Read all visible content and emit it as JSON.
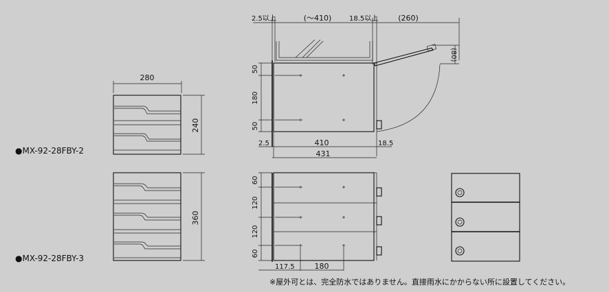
{
  "models": {
    "two": {
      "name": "●MX-92-28FBY-2"
    },
    "three": {
      "name": "●MX-92-28FBY-3"
    }
  },
  "front_view": {
    "width_label": "280",
    "height_2_label": "240",
    "height_3_label": "360"
  },
  "side_view": {
    "top_left_label": "2.5以上",
    "top_mid_label": "(～410)",
    "top_right_label": "18.5以上",
    "swing_width_label": "(260)",
    "swing_height_label": "(80)",
    "v1": "50",
    "v2": "180",
    "v3": "50",
    "b_left": "2.5",
    "b_mid": "410",
    "b_right": "18.5",
    "b_total": "431"
  },
  "lower_side_view": {
    "v1": "60",
    "v2": "120",
    "v3": "120",
    "v4": "60",
    "b_left": "117.5",
    "b_mid": "180"
  },
  "note": "※屋外可とは、完全防水ではありません。直接雨水にかからない所に設置してください。"
}
